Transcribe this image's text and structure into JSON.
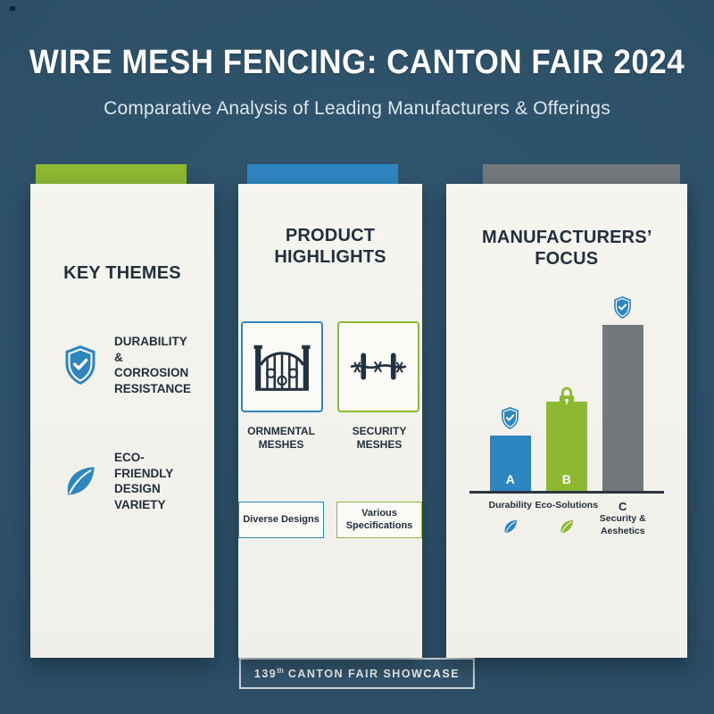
{
  "colors": {
    "background": "#2b4d65",
    "card": "#f4f2ed",
    "ink": "#22303d",
    "blue": "#2e86c1",
    "green": "#8cb832",
    "gray": "#72787c"
  },
  "header": {
    "title": "WIRE MESH FENCING: CANTON FAIR 2024",
    "subtitle": "Comparative Analysis of Leading Manufacturers & Offerings"
  },
  "key_themes": {
    "title": "KEY THEMES",
    "items": [
      {
        "icon": "shield-icon",
        "label": "DURABILITY & CORROSION RESISTANCE"
      },
      {
        "icon": "leaf-icon",
        "label": "ECO-FRIENDLY DESIGN VARIETY"
      }
    ]
  },
  "product_highlights": {
    "title": "PRODUCT HIGHLIGHTS",
    "products": [
      {
        "icon": "ornamental-gate-icon",
        "label": "ORNMENTAL MESHES",
        "border_color": "#2e86c1"
      },
      {
        "icon": "barbed-wire-icon",
        "label": "SECURITY MESHES",
        "border_color": "#8cb832"
      }
    ],
    "tags": [
      {
        "label": "Diverse Designs",
        "border_color": "#2e86c1"
      },
      {
        "label": "Various Specifications",
        "border_color": "#8cb832"
      }
    ]
  },
  "chart_data": {
    "type": "bar",
    "title": "MANUFACTURERS’ FOCUS",
    "categories": [
      "Durability",
      "Eco-Solutions",
      "Security & Aeshetics"
    ],
    "bar_letters": [
      "A",
      "B",
      "C"
    ],
    "values": [
      62,
      100,
      186
    ],
    "value_unit": "relative bar height (no numeric axis shown)",
    "bar_colors": [
      "#2e86c1",
      "#8cb832",
      "#72787c"
    ],
    "top_icons": [
      "shield",
      "padlock",
      "shield"
    ],
    "below_icons": [
      "leaf",
      "leaf",
      "none"
    ],
    "axes": "none",
    "legend": "none"
  },
  "footer": {
    "number": "139",
    "suffix": "th",
    "label": "CANTON FAIR SHOWCASE"
  }
}
